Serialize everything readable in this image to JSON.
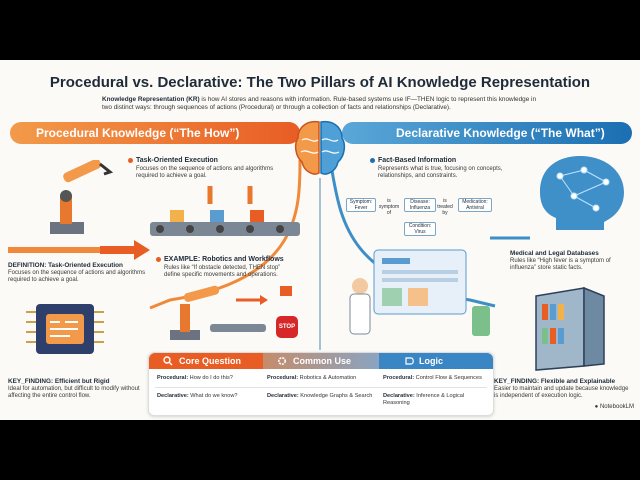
{
  "title": "Procedural vs. Declarative: The Two Pillars of AI Knowledge Representation",
  "intro": {
    "lead": "Knowledge Representation (KR)",
    "text": " is how AI stores and reasons with information. Rule-based systems use IF—THEN logic to represent this knowledge in two distinct ways: through sequences of actions (Procedural) or through a collection of facts and relationships (Declarative)."
  },
  "left_banner": "Procedural Knowledge (“The How”)",
  "right_banner": "Declarative Knowledge (“The What”)",
  "procedural": {
    "task_heading": "Task-Oriented Execution",
    "task_text": "Focuses on the sequence of actions and algorithms required to achieve a goal.",
    "definition_heading": "DEFINITION: Task-Oriented Execution",
    "definition_text": "Focuses on the sequence of actions and algorithms required to achieve a goal.",
    "example_heading": "EXAMPLE: Robotics and Workflows",
    "example_text": "Rules like “If obstacle detected, THEN stop” define specific movements and operations.",
    "stop_sign": "STOP",
    "finding_heading": "KEY_FINDING: Efficient but Rigid",
    "finding_text": "Ideal for automation, but difficult to modify without affecting the entire control flow."
  },
  "declarative": {
    "fact_heading": "Fact-Based Information",
    "fact_text": "Represents what is true, focusing on concepts, relationships, and constraints.",
    "diagram": {
      "symptom": "Symptom: Fever",
      "is_symptom_of": "is symptom of",
      "disease": "Disease: Influenza",
      "is_treated_by": "is treated by",
      "medication": "Medication: Antiviral",
      "condition": "Condition: Virus"
    },
    "medical_heading": "Medical and Legal Databases",
    "medical_text": "Rules like “High fever is a symptom of influenza” store static facts.",
    "finding_heading": "KEY_FINDING: Flexible and Explainable",
    "finding_text": "Easier to maintain and update because knowledge is independent of execution logic."
  },
  "summary": {
    "headers": [
      "Core Question",
      "Common Use",
      "Logic"
    ],
    "rows": [
      {
        "label1": "Procedural:",
        "value1": " How do I do this?",
        "label2": "Procedural:",
        "value2": " Robotics & Automation",
        "label3": "Procedural:",
        "value3": " Control Flow & Sequences"
      },
      {
        "label1": "Declarative:",
        "value1": " What do we know?",
        "label2": "Declarative:",
        "value2": " Knowledge Graphs & Search",
        "label3": "Declarative:",
        "value3": " Inference & Logical Reasoning"
      }
    ]
  },
  "logo": "NotebookLM",
  "colors": {
    "procedural": "#e85d24",
    "declarative": "#1b6fb2",
    "title": "#1f2b3a"
  }
}
